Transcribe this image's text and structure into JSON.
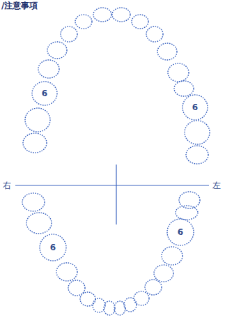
{
  "diagram": {
    "nodes": [
      {
        "text": [
          "6"
        ]
      },
      {
        "text": [
          "6"
        ]
      },
      {
        "text": [
          "6"
        ]
      },
      {
        "text": [
          "6"
        ]
      }
    ],
    "labels": [
      "/注意事項",
      "右",
      "左"
    ]
  }
}
